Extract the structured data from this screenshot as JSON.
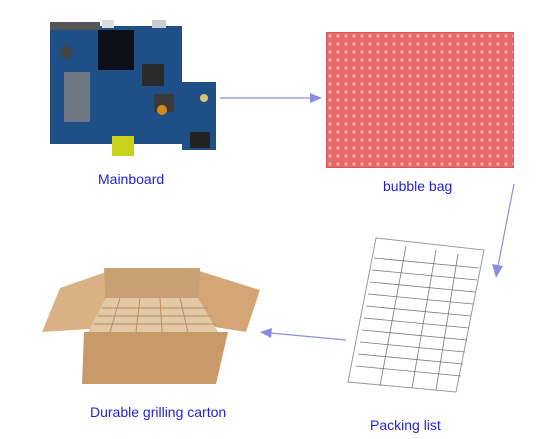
{
  "steps": [
    {
      "label": "Mainboard",
      "image": "mainboard-image"
    },
    {
      "label": "bubble bag",
      "image": "bubble-bag-image"
    },
    {
      "label": "Packing list",
      "image": "packing-list-image"
    },
    {
      "label": "Durable grilling carton",
      "image": "carton-image"
    }
  ],
  "colors": {
    "label_text": "#1f1fd6",
    "arrow": "#8a8ee0",
    "pcb": "#1e4f86",
    "bubble": "#e86a6a",
    "carton": "#c89a6a"
  }
}
